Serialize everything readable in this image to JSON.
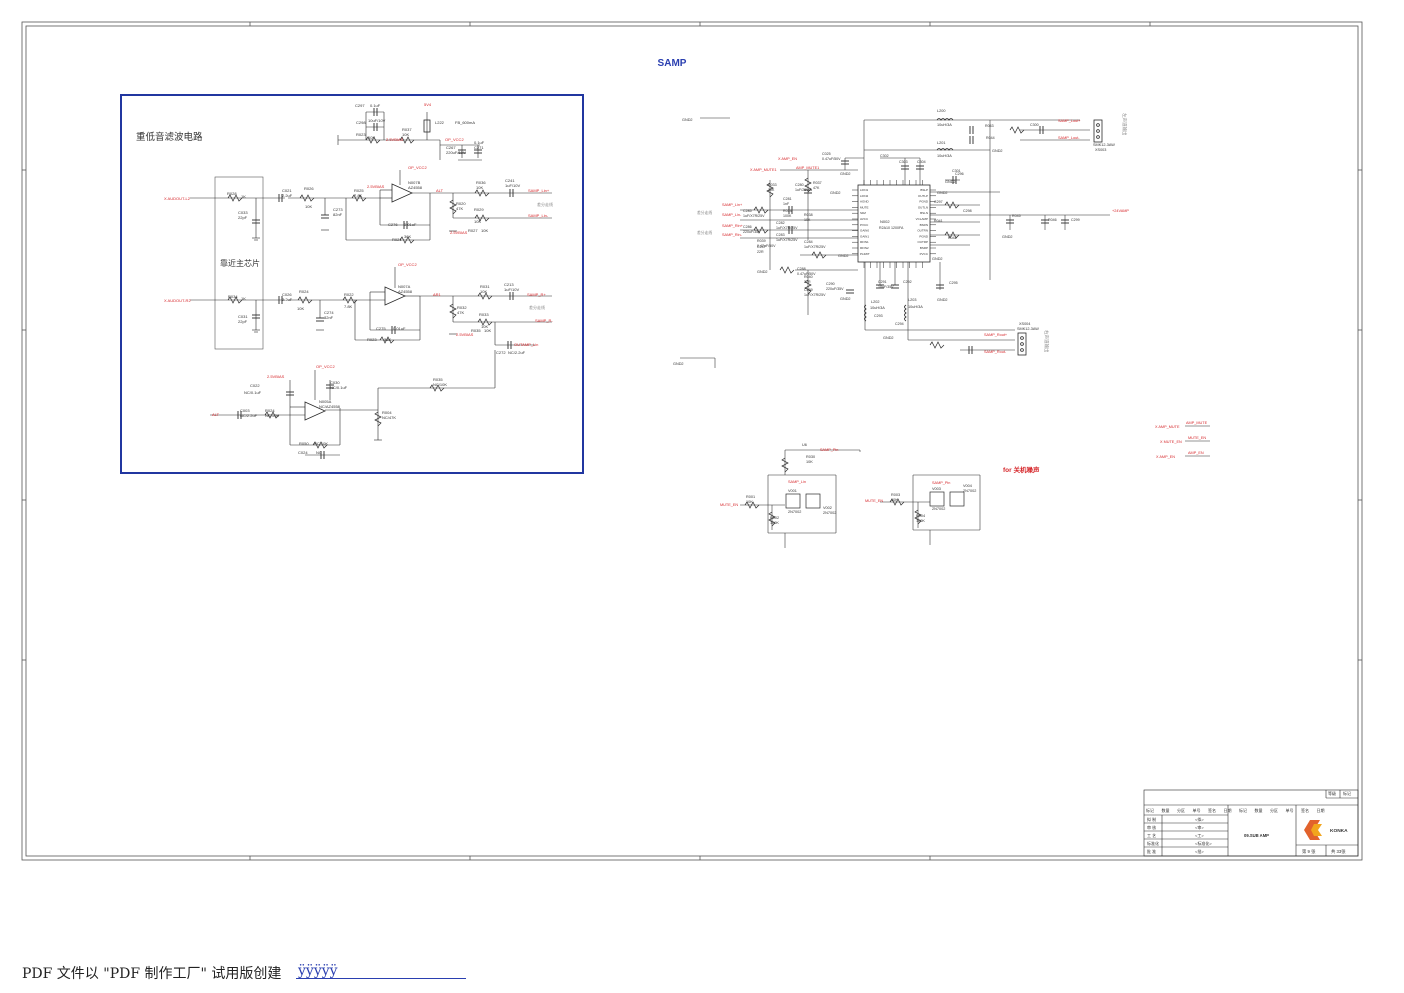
{
  "title": "SAMP",
  "colors": {
    "wire": "#2a2a2a",
    "net": "#d6262a",
    "box": "#2136a0",
    "title": "#2a3fb0",
    "label": "#d6262a"
  },
  "subwoofer": {
    "heading": "重低音滤波电路",
    "near_chip": "靠近主芯片",
    "in_left": "X AUDOUT-L2",
    "in_right": "X AUDOUT-R2",
    "parts": {
      "c297": "C297",
      "c297v": "0.1uF",
      "c298": "C298",
      "c298v": "10uF/10V",
      "r2a": "R023",
      "r2av": "10K",
      "r37": "R037",
      "r37v": "10K",
      "l22": "L222",
      "l22v": "FB_600mA",
      "v5": "5V4",
      "c26": "C267",
      "c26v": "220uF/10V",
      "c27": "C271",
      "c27v": "0.1uF",
      "opv1": "OP_VCC2",
      "opv2": "OP_VCC2",
      "opv3": "OP_VCC2",
      "vbias": "2.5VBIAS",
      "vbias2": "2.5VBIAS",
      "vbias3": "2.5VBIAS",
      "r28": "R028",
      "r28v": "1K",
      "c33": "C033",
      "c33v": "22pF",
      "r34": "R034",
      "r34v": "1K",
      "c31": "C031",
      "c31v": "22pF",
      "c21": "C021",
      "c21v": "2.2uF",
      "r26": "R026",
      "r26v": "10K",
      "r25": "R025",
      "r25v": "7.8K",
      "c73": "C273",
      "c73v": "82nF",
      "u1": "N007B",
      "u1v": "AZ4558",
      "u2": "N007A",
      "u2v": "AZ4558",
      "c76": "C276",
      "c76v": "0.01uF",
      "r21": "R021",
      "r21v": "36K",
      "alt": "ALT",
      "r36": "R036",
      "r36v": "10K",
      "c41": "C241",
      "c41v": "1uF/10V",
      "r20": "R020",
      "r20v": "47K",
      "r29": "R029",
      "r29v": "10K",
      "r27": "R027",
      "r27v": "10K",
      "sampl": "SAMP_Lin+",
      "sampl2": "SAMP_Lin-",
      "hint1": "差分走线",
      "hint2": "差分走线",
      "c26b": "C026",
      "c26bv": "2.2uF",
      "r24": "R024",
      "r24v": "10K",
      "r22": "R022",
      "r22v": "7.8K",
      "c74": "C274",
      "c74v": "82nF",
      "c75": "C275",
      "c75v": "0.01uF",
      "r23": "R023",
      "r23v": "36K",
      "ar1": "AR1",
      "r31": "R031",
      "r31v": "10K",
      "c13": "C213",
      "c13v": "1uF/10V",
      "r32": "R032",
      "r32v": "47K",
      "r33": "R033",
      "r33v": "10K",
      "r35": "R035",
      "r35v": "10K",
      "sampr": "SAMP_R+",
      "sampr2": "SAMP_R-",
      "c72": "C272",
      "c72v": "NC/2.2uF",
      "outamp": "OUTAMP_Lin",
      "r55": "R035",
      "r55v": "NC/10K",
      "c30": "C030",
      "c30v": "NC/0.1uF",
      "c02": "C022",
      "c02v": "NC/0.1uF",
      "c03": "C003",
      "c03v": "NC/2.2uF",
      "r54": "R024",
      "r54v": "NC/10K",
      "u3": "N005A",
      "u3v": "NC/AZ4558",
      "r04": "R004",
      "r04v": "NC/47K",
      "r50": "R050",
      "r50v": "NC/10K",
      "c24": "C024",
      "c24v": "NC",
      "alt2": "ALT"
    }
  },
  "amp": {
    "chip": "N002",
    "chip_model": "R2A10 1200FA",
    "pins_left": [
      "LFIN1",
      "LFIN2",
      "AGND",
      "MUTE",
      "SDZ",
      "AVCC",
      "PVCC",
      "GAIN0",
      "GAIN1",
      "RFIN1",
      "RFIN2",
      "PLIMIT"
    ],
    "pins_right": [
      "BSLP",
      "OUTLP",
      "PGND",
      "OUTLN",
      "BSLN",
      "VCLAMP",
      "BSRN",
      "OUTRN",
      "PGND",
      "OUTRP",
      "BSRP",
      "PVCC"
    ],
    "nets": {
      "ampen": "X AMP_EN",
      "ampmute": "X AMP_MUTE1",
      "sampmute": "AMP_MUTE1",
      "lin": "SAMP_Lin+",
      "lin2": "SAMP_Lin-",
      "rin": "SAMP_Rin+",
      "rin2": "SAMP_Rin-",
      "diff": "差分走线",
      "vdd": "+24VAMP",
      "gnd": "GND2",
      "sl": "SAMP_Lout+",
      "sl2": "SAMP_Lout-",
      "sr": "SAMP_Rout+",
      "sr2": "SAMP_Rout-",
      "spk1": "XS003",
      "spk1v": "SMK12-3AW",
      "spk2": "XS004",
      "spk2v": "SMK12-3AW",
      "spk_note1": "左声道输出",
      "spk_note2": "右声道输出",
      "l20": "L200",
      "l20v": "10uH/3A",
      "l21": "L201",
      "l21v": "10uH/3A",
      "l22": "L202",
      "l22v": "10uH/3A",
      "l23": "L203",
      "l23v": "10uH/3A"
    },
    "parts": [
      "C025",
      "R033",
      "C280",
      "R037",
      "C281",
      "R034",
      "C282",
      "C283",
      "R038",
      "C284",
      "C285",
      "C286",
      "R039",
      "C287",
      "C288",
      "R040",
      "C289",
      "C290",
      "C291",
      "C292",
      "C293",
      "C294",
      "C295",
      "C296",
      "C297",
      "C298",
      "R041",
      "R042",
      "R043",
      "R044",
      "R045",
      "R046",
      "C299",
      "C300",
      "C301",
      "C302",
      "C303",
      "C304"
    ],
    "values": [
      "0.47uF/50V",
      "10K",
      "1uF/25V",
      "47K",
      "1nF",
      "100K",
      "1uF/X7R/25V",
      "1uF/X7R/25V",
      "10K",
      "1uF/X7R/25V",
      "1uF/X7R/25V",
      "220uF/35V",
      "0.47uF/50V",
      "22R",
      "0.47uF/50V",
      "22R",
      "1uF/X7R/25V",
      "220uF/35V",
      "10uF/35V"
    ]
  },
  "mute_circuit": {
    "note": "for 关机噪声",
    "q1": "V001",
    "q1v": "2N7002",
    "q2": "V002",
    "q2v": "2N7002",
    "q3": "V003",
    "q3v": "2N7002",
    "q4": "V004",
    "q4v": "2N7002",
    "r1": "R001",
    "r1v": "10K",
    "r2": "R002",
    "r2v": "100K",
    "r3": "R003",
    "r3v": "10K",
    "r4": "R004",
    "r4v": "100K",
    "rt": "R030",
    "rtv": "10K",
    "u6": "U6",
    "n1": "MUTE_EN",
    "n2": "MUTE_EN",
    "pw": "SAMP_Pin",
    "pw2": "SAMP_Lin",
    "side1": "X AMP_MUTE",
    "side1n": "AMP_MUTE",
    "side2": "X MUTE_EN",
    "side2n": "MUTE_EN",
    "side3": "X AMP_EN",
    "side3n": "AMP_EN"
  },
  "title_block": {
    "top1": "等级",
    "top2": "标记",
    "headers": [
      "标记",
      "数量",
      "分区",
      "单号",
      "签名",
      "日期",
      "标记",
      "数量",
      "分区",
      "单号",
      "签名",
      "日期"
    ],
    "rows": [
      {
        "k": "拟 制",
        "v": "<拟>"
      },
      {
        "k": "审 核",
        "v": "<审>"
      },
      {
        "k": "工 艺",
        "v": "<工>"
      },
      {
        "k": "标准化",
        "v": "<标准化>"
      },
      {
        "k": "批 准",
        "v": "<批>"
      }
    ],
    "drawing": "09.SUB AMP",
    "company": "KONKA",
    "page": "第 9 张",
    "total": "共 33张"
  },
  "footer": {
    "note": "PDF 文件以 \"PDF 制作工厂\" 试用版创建",
    "link": "ÿÿÿÿÿ"
  }
}
